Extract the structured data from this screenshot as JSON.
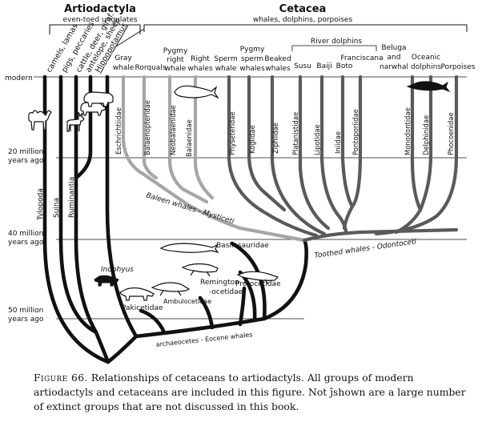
{
  "header": {
    "artiodactyla": {
      "title": "Artiodactyla",
      "subtitle": "even-toed ungulates"
    },
    "cetacea": {
      "title": "Cetacea",
      "subtitle": "whales, dolphins, porpoises"
    }
  },
  "time_axis": {
    "modern": "modern",
    "mya20": [
      "20 million",
      "years ago"
    ],
    "mya40": [
      "40 million",
      "years ago"
    ],
    "mya50": [
      "50 million",
      "years ago"
    ]
  },
  "artiodactyl_tips": [
    "camels, lamas",
    "pigs, peccaries",
    "cattle, deer, giraf.",
    "antelope, sheep",
    "Hippopotamus"
  ],
  "cetacean_tips": {
    "gray_whale": [
      "Gray",
      "whale"
    ],
    "rorquals": [
      "Rorquals"
    ],
    "pygmy_right_whale": [
      "Pygmy",
      "right",
      "whale"
    ],
    "right_whales": [
      "Right",
      "whales"
    ],
    "sperm_whale": [
      "Sperm",
      "whale"
    ],
    "pygmy_sperm_whales": [
      "Pygmy",
      "sperm",
      "whales"
    ],
    "beaked_whales": [
      "Beaked",
      "whales"
    ],
    "river_dolphins_group": "River dolphins",
    "susu": "Susu",
    "baiji": "Baiji",
    "boto": "Boto",
    "franciscana": "Franciscana",
    "beluga_narwhal": [
      "Beluga",
      "and",
      "narwhal"
    ],
    "oceanic_dolphins": [
      "Oceanic",
      "dolphins"
    ],
    "porpoises": "Porpoises"
  },
  "families": {
    "eschrichtiidae": "Eschrichtiidae",
    "balaenopteridae": "Balaenopteridae",
    "neobalaenidae": "Neobalaenidae",
    "balaenidae": "Balaenidae",
    "physeteridae": "Physeteridae",
    "kogiidae": "Kogiidae",
    "ziphiidae": "Ziphiidae",
    "platanistidae": "Platanistidae",
    "lipotidae": "Lipotidae",
    "iniidae": "Iniidae",
    "pontoporiidae": "Pontoporiidae",
    "monodontidae": "Monodontidae",
    "delphinidae": "Delphinidae",
    "phocoenidae": "Phocoenidae"
  },
  "suborders": {
    "tylopoda": "Tylopoda",
    "suina": "Suina",
    "ruminantia": "Ruminantia"
  },
  "clade_labels": {
    "baleen": "Baleen whales - Mysticeti",
    "toothed": "Toothed whales - Odontoceti",
    "archaeocetes": "archaeocetes - Eocene whales"
  },
  "fossils": {
    "basilosauridae": "Basilosauridae",
    "indohyus": "Indohyus",
    "remingtonocetidae": [
      "Remington",
      "-ocetidae"
    ],
    "protocetidae": "Protocetidae",
    "ambulocetidae": "Ambulocetidae",
    "pakicetidae": "Pakicetidae"
  },
  "caption": {
    "label": "Figure 66.",
    "text": "Relationships of cetaceans to artiodactyls. All groups of modern artiodactyls and cetaceans are included in this figure. Not ĵshown are a large number of extinct groups that are not discussed in this book."
  },
  "colors": {
    "lineage_black": "#111111",
    "baleen_grey": "#a6a6a6",
    "toothed_grey": "#5a5a5a"
  },
  "icons": [
    "camel-icon",
    "pig-icon",
    "deer-icon",
    "hippo-icon",
    "whale-icon",
    "dolphin-icon",
    "basilosaurus-icon",
    "remingtonocetid-icon",
    "protocetid-icon",
    "ambulocetid-icon",
    "pakicetid-icon",
    "indohyus-icon"
  ]
}
